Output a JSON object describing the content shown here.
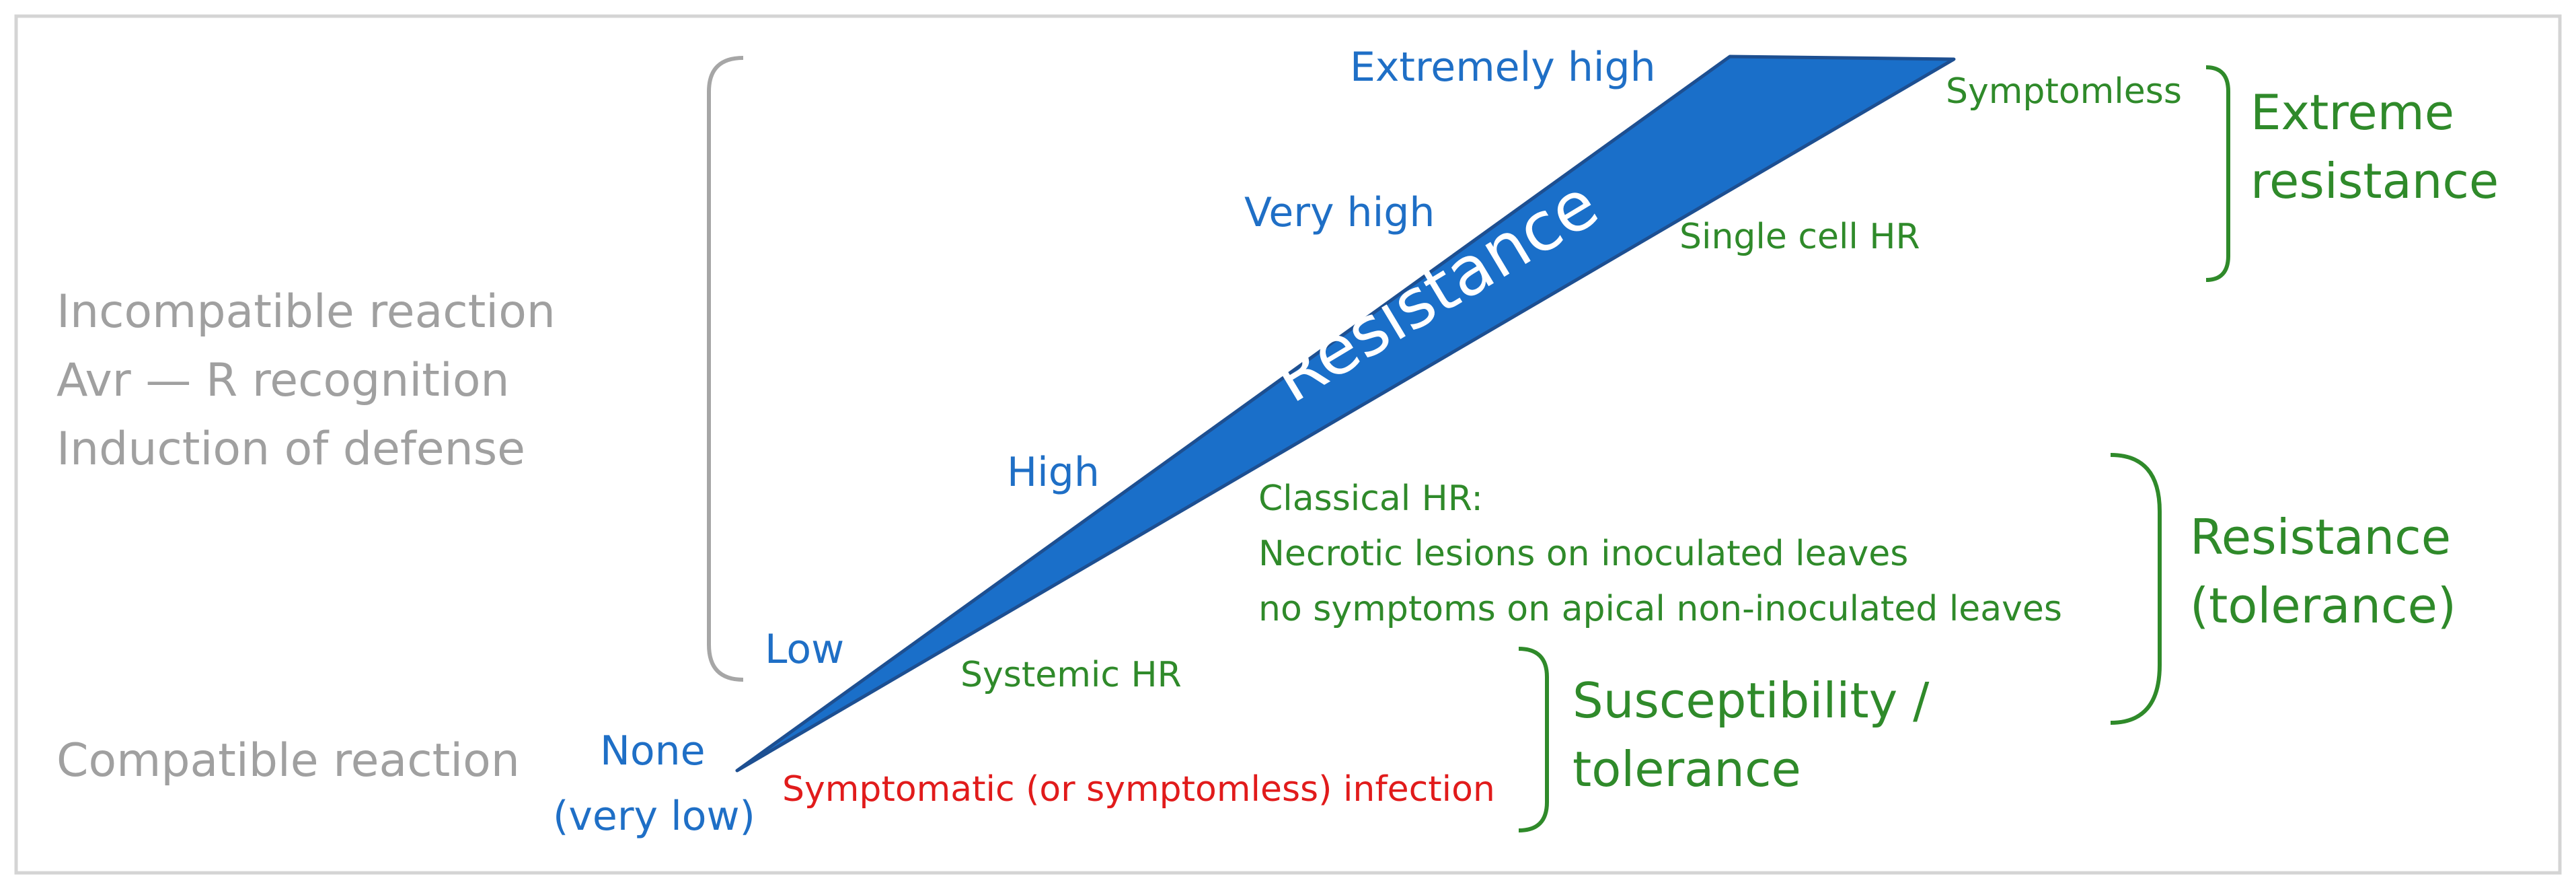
{
  "colors": {
    "frame": "#d4d4d4",
    "gray_text": "#a0a0a0",
    "gray_bracket": "#a6a6a6",
    "blue": "#1f6fc6",
    "wedge_fill": "#1a6fc9",
    "wedge_stroke": "#1d4f91",
    "green": "#2f8a2a",
    "red": "#e11b1b",
    "white": "#ffffff"
  },
  "left_labels": {
    "incompatible_1": "Incompatible reaction",
    "incompatible_2": "Avr — R recognition",
    "incompatible_3": "Induction of defense",
    "compatible": "Compatible reaction"
  },
  "wedge": {
    "label": "Resistance"
  },
  "levels": {
    "extremely_high": "Extremely high",
    "very_high": "Very high",
    "high": "High",
    "low": "Low",
    "none_1": "None",
    "none_2": "(very low)"
  },
  "responses": {
    "symptomless": "Symptomless",
    "single_cell_hr": "Single cell HR",
    "classical_hr_1": "Classical HR:",
    "classical_hr_2": "Necrotic lesions on inoculated leaves",
    "classical_hr_3": "no symptoms on apical non-inoculated leaves",
    "systemic_hr": "Systemic HR",
    "symptomatic": "Symptomatic (or symptomless) infection"
  },
  "categories": {
    "extreme_1": "Extreme",
    "extreme_2": "resistance",
    "resistance_1": "Resistance",
    "resistance_2": "(tolerance)",
    "susceptibility_1": "Susceptibility /",
    "susceptibility_2": "tolerance"
  }
}
